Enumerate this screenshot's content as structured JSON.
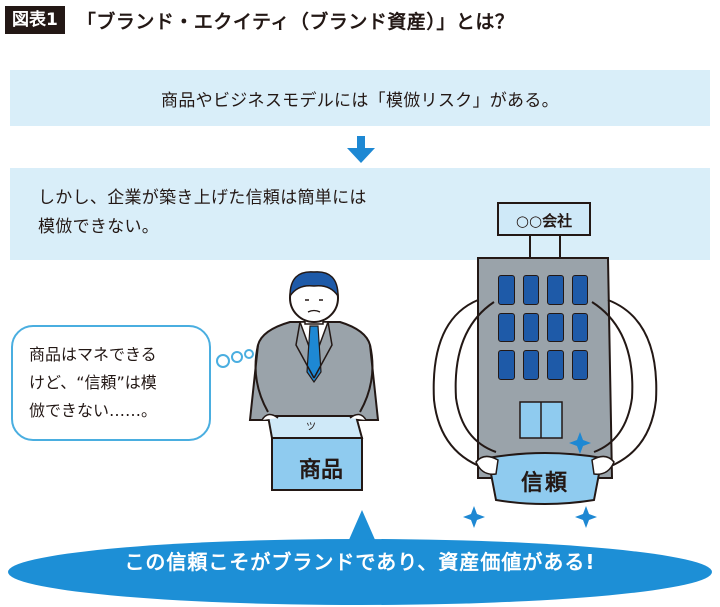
{
  "header": {
    "tag": "図表1",
    "title": "「ブランド・エクイティ（ブランド資産）」とは？"
  },
  "steps": {
    "first": "商品やビジネスモデルには「模倣リスク」がある。",
    "second_line1": "しかし、企業が築き上げた信頼は簡単には",
    "second_line2": "模倣できない。"
  },
  "thought_bubble": {
    "line1": "商品はマネできる",
    "line2": "けど、“信頼”は模",
    "line3": "倣できない……。"
  },
  "illustration": {
    "box_label": "商品",
    "company_sign": "○○会社",
    "trust_label": "信頼"
  },
  "conclusion": "この信頼こそがブランドであり、資産価値がある!",
  "colors": {
    "band": "#d9eef9",
    "accent_blue": "#1e88d3",
    "bubble_border": "#4aaee0",
    "conclusion_fill": "#1d8fd6"
  }
}
